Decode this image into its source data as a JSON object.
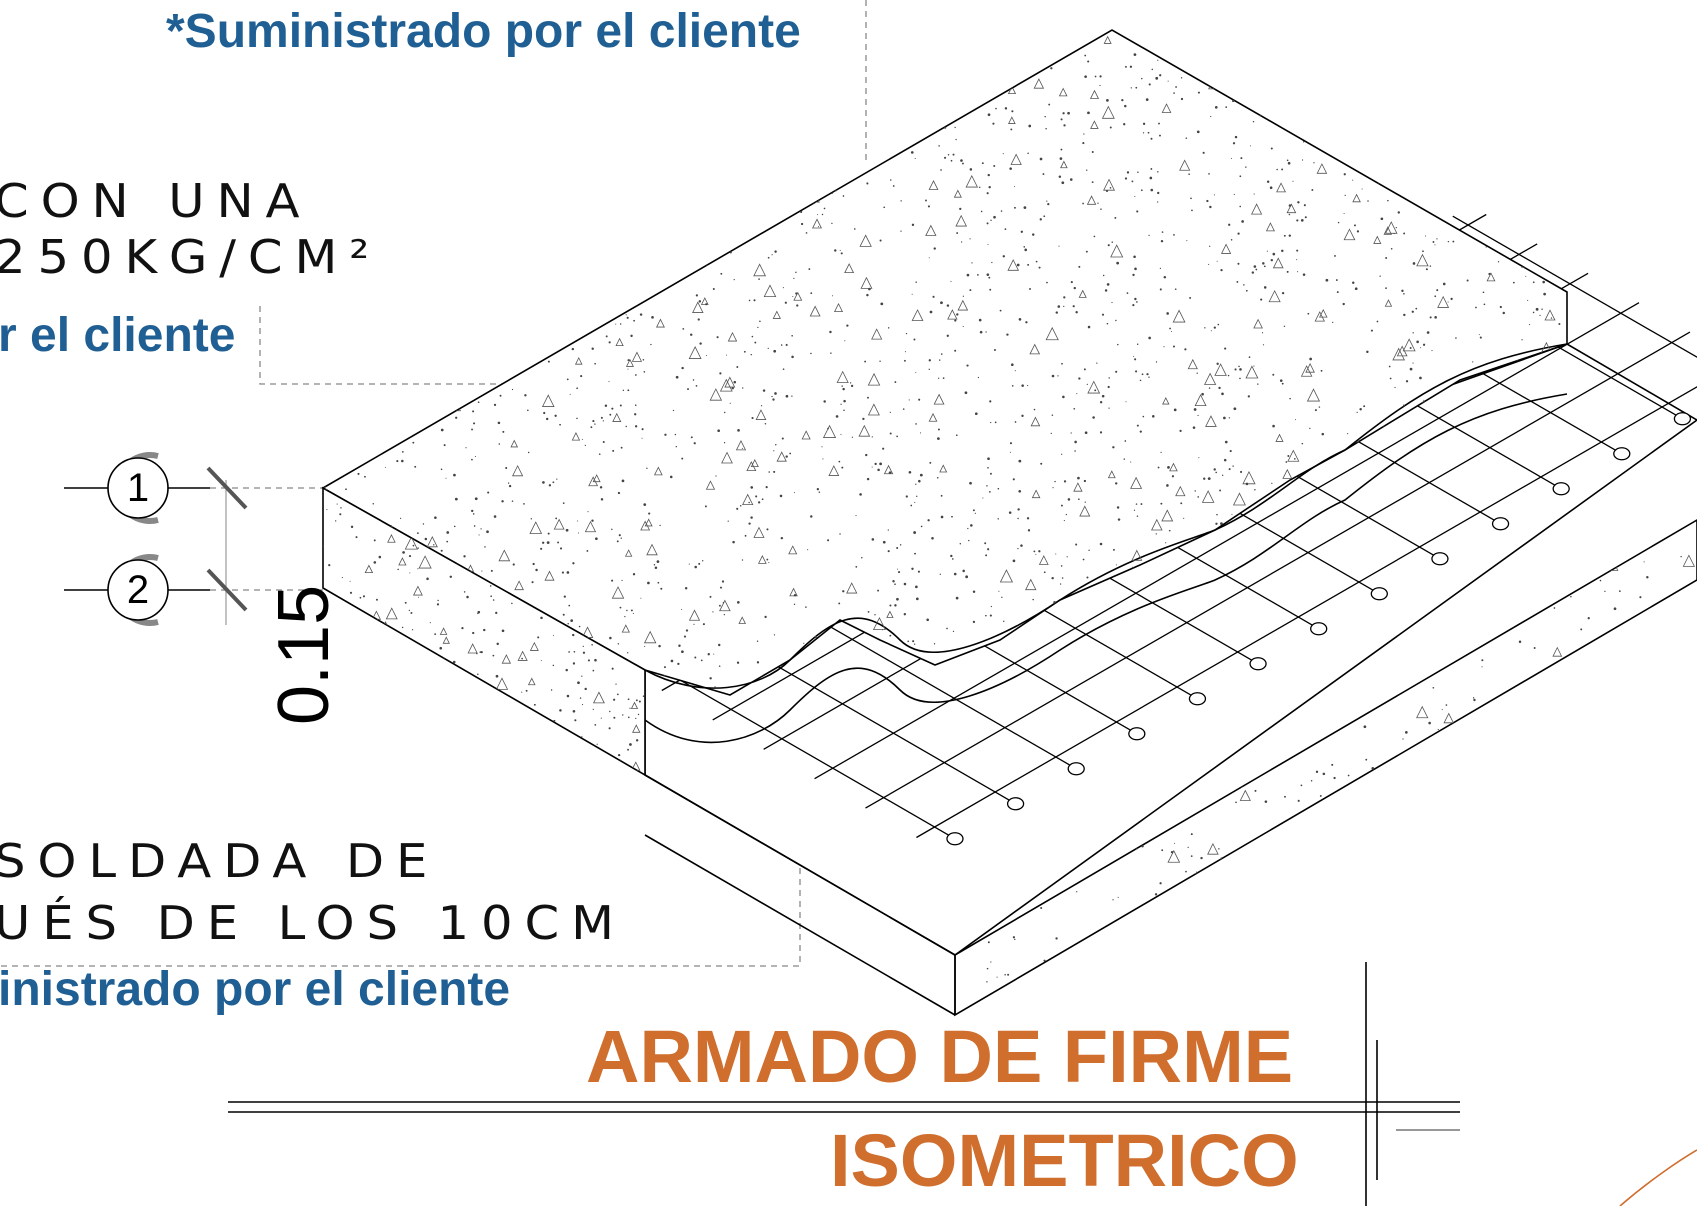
{
  "notes": {
    "top_supplied": "*Suministrado por el cliente",
    "concrete_line1": "CON UNA",
    "concrete_line2": "250KG/CM²",
    "mid_supplied": "r el cliente",
    "mesh_line1": "SOLDADA DE",
    "mesh_line2": "UÉS DE LOS 10CM",
    "bottom_supplied": "inistrado por el cliente"
  },
  "markers": {
    "layer1": "1",
    "layer2": "2"
  },
  "dimension": {
    "thickness": "0.15"
  },
  "title": {
    "main": "ARMADO DE FIRME",
    "sub": "ISOMETRICO"
  },
  "colors": {
    "note_blue": "#1f5f93",
    "title_orange": "#cf6e2d",
    "line_black": "#111111"
  }
}
